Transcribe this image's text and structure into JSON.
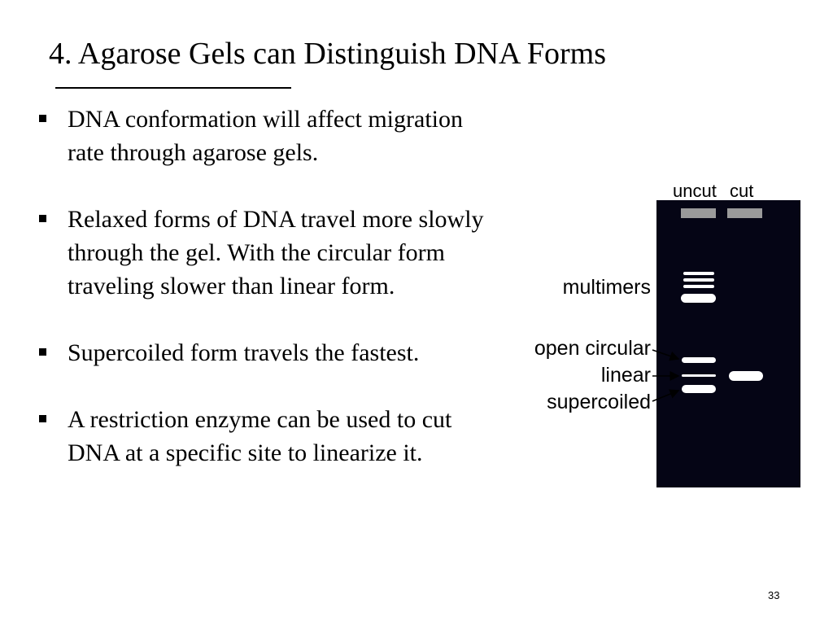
{
  "slide": {
    "title": "4. Agarose Gels can Distinguish DNA Forms",
    "page_number": "33",
    "bullets": [
      "DNA conformation will affect migration rate through agarose gels.",
      "Relaxed forms of DNA travel more slowly through the gel. With the circular form traveling slower than linear form.",
      "Supercoiled form travels the fastest.",
      "A restriction enzyme can be used to cut DNA at a specific site to linearize it."
    ]
  },
  "gel_figure": {
    "lane_labels": {
      "uncut": "uncut",
      "cut": "cut"
    },
    "band_labels": {
      "multimers": "multimers",
      "open_circular": "open circular",
      "linear": "linear",
      "supercoiled": "supercoiled"
    },
    "colors": {
      "gel": "#050515",
      "well": "#9a9a9a",
      "band": "#ffffff"
    }
  }
}
